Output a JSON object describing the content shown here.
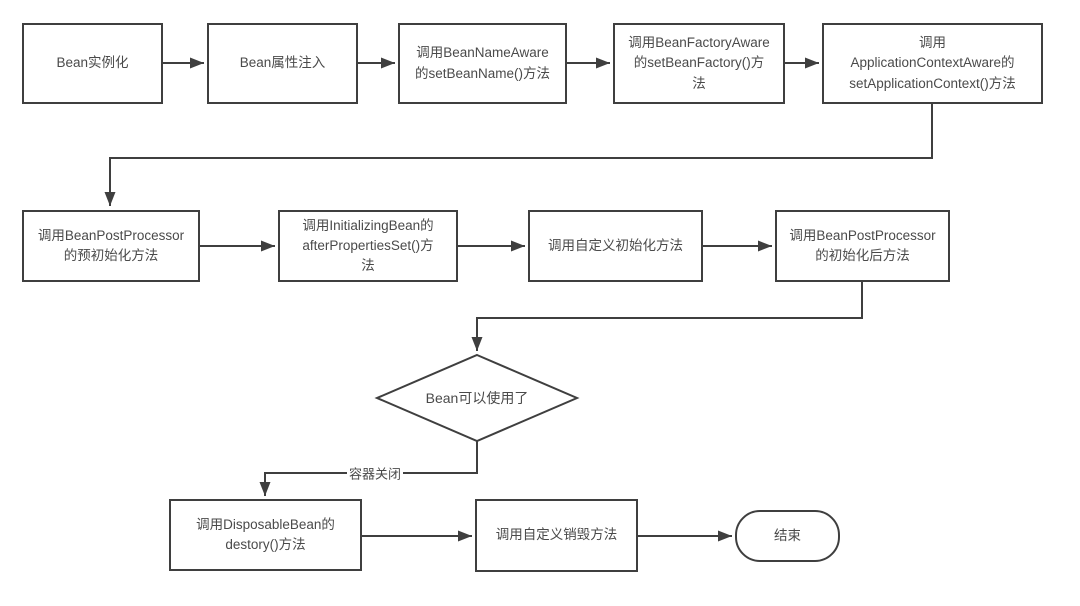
{
  "diagram": {
    "type": "flowchart",
    "nodes": {
      "bean_instantiation": "Bean实例化",
      "bean_property_injection": "Bean属性注入",
      "set_bean_name": "调用BeanNameAware\n的setBeanName()方法",
      "set_bean_factory": "调用BeanFactoryAware\n的setBeanFactory()方\n法",
      "set_application_context": "调用\nApplicationContextAware的\nsetApplicationContext()方法",
      "post_process_before_init": "调用BeanPostProcessor\n的预初始化方法",
      "after_properties_set": "调用InitializingBean的\nafterPropertiesSet()方\n法",
      "custom_init": "调用自定义初始化方法",
      "post_process_after_init": "调用BeanPostProcessor\n的初始化后方法",
      "bean_ready_decision": "Bean可以使用了",
      "disposable_bean_destroy": "调用DisposableBean的\ndestory()方法",
      "custom_destroy": "调用自定义销毁方法",
      "end": "结束"
    },
    "edge_labels": {
      "container_close": "容器关闭"
    },
    "colors": {
      "line": "#3f3f3f",
      "text": "#4a4a4a",
      "background": "#ffffff"
    }
  }
}
